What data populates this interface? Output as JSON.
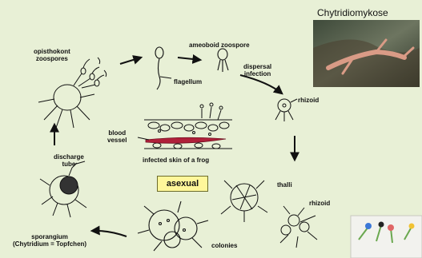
{
  "labels": {
    "opisthokont_zoospores": [
      "opisthokont",
      "zoospores"
    ],
    "ameboid_zoospore": "ameoboid zoospore",
    "flagellum": "flagellum",
    "dispersal_infection": [
      "dispersal",
      "infection"
    ],
    "rhizoid_top": "rhizoid",
    "blood_vessel": [
      "blood",
      "vessel"
    ],
    "infected_skin": "infected skin of a frog",
    "thalli": "thalli",
    "rhizoid_lower": "rhizoid",
    "discharge_tube": [
      "discharge",
      "tube"
    ],
    "sporangium": [
      "sporangium",
      "(Chytridium = Topfchen)"
    ],
    "colonies": "colonies",
    "asexual": "asexual"
  },
  "photo": {
    "title": "Chytridiomykose"
  },
  "colors": {
    "background": "#e8f0d6",
    "blood": "#b0203a",
    "highlight": "#fff79a"
  }
}
